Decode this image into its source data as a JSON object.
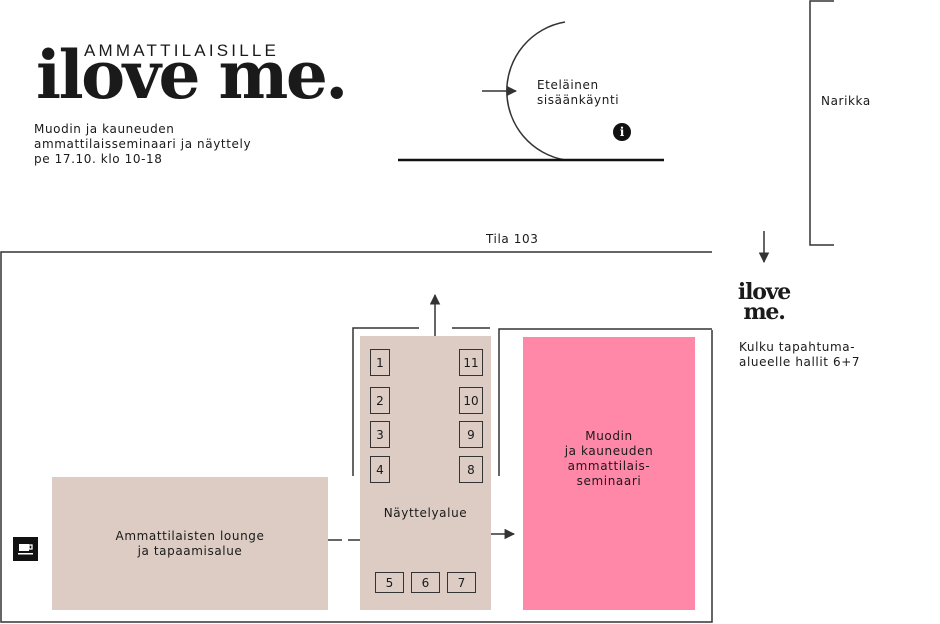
{
  "brand": {
    "eyebrow": "AMMATTILAISILLE",
    "wordmark": "ilove me.",
    "small_line1": "ilove",
    "small_line2": "me."
  },
  "intro": {
    "line1": "Muodin ja kauneuden",
    "line2": "ammattilaisseminaari ja näyttely",
    "line3": "pe 17.10. klo 10-18"
  },
  "entrance": {
    "line1": "Eteläinen",
    "line2": "sisäänkäynti",
    "info_glyph": "i"
  },
  "cloakroom": "Narikka",
  "room_label": "Tila 103",
  "exit_note": {
    "line1": "Kulku tapahtuma-",
    "line2": "alueelle hallit 6+7"
  },
  "lounge": {
    "line1": "Ammattilaisten lounge",
    "line2": "ja tapaamisalue"
  },
  "exhibition_label": "Näyttelyalue",
  "seminar": {
    "line1": "Muodin",
    "line2": "ja kauneuden",
    "line3": "ammattilais-",
    "line4": "seminaari"
  },
  "booths": [
    "1",
    "2",
    "3",
    "4",
    "5",
    "6",
    "7",
    "8",
    "9",
    "10",
    "11"
  ],
  "colors": {
    "beige": "#dcccc4",
    "pink": "#ff87a8",
    "ink": "#1a1a1a"
  },
  "icons": {
    "coffee": "coffee-cup-icon",
    "info": "info-icon"
  }
}
